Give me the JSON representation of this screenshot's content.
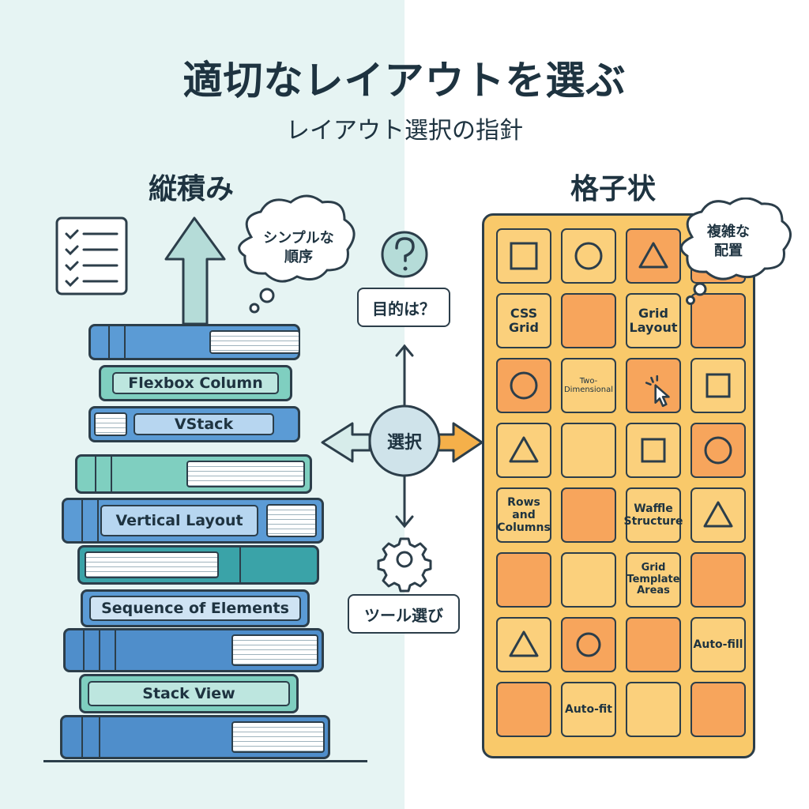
{
  "title": "適切なレイアウトを選ぶ",
  "subtitle": "レイアウト選択の指針",
  "left": {
    "heading": "縦積み",
    "bubble": [
      "シンプルな",
      "順序"
    ],
    "books": [
      "Flexbox Column",
      "VStack",
      "Vertical Layout",
      "Sequence of Elements",
      "Stack View"
    ]
  },
  "right": {
    "heading": "格子状",
    "bubble": [
      "複雑な",
      "配置"
    ],
    "cells": {
      "css_grid": "CSS Grid",
      "grid_layout": "Grid Layout",
      "two_dimensional": "Two-Dimensional",
      "rows_columns": "Rows and Columns",
      "waffle": "Waffle Structure",
      "template_areas": "Grid Template Areas",
      "auto_fill": "Auto-fill",
      "auto_fit": "Auto-fit"
    }
  },
  "center": {
    "purpose": "目的は？",
    "choice": "選択",
    "tool": "ツール選び"
  },
  "colors": {
    "stack_blue": "#5b9bd5",
    "stack_teal": "#7fcfc0",
    "grid_yellow": "#fbd07c",
    "grid_orange": "#f7a55c",
    "outline": "#2c3e4a"
  }
}
